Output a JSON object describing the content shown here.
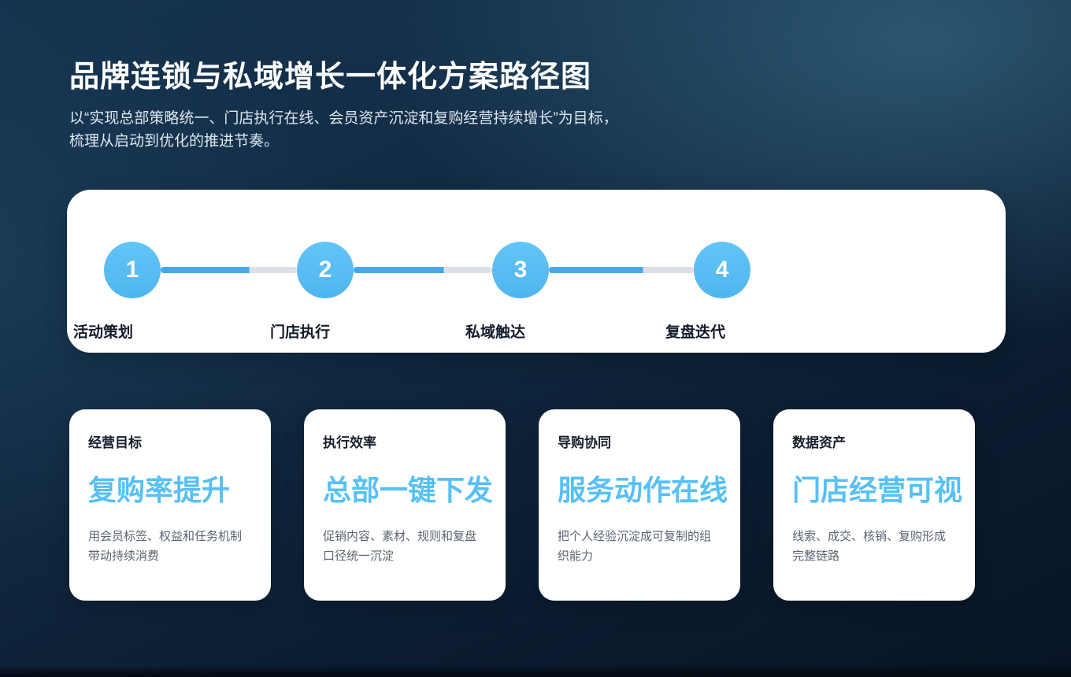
{
  "header": {
    "title": "品牌连锁与私域增长一体化方案路径图",
    "subtitle_line1": "以“实现总部策略统一、门店执行在线、会员资产沉淀和复购经营持续增长”为目标，",
    "subtitle_line2": "梳理从启动到优化的推进节奏。"
  },
  "timeline": {
    "steps": [
      {
        "number": "1",
        "label": "活动策划"
      },
      {
        "number": "2",
        "label": "门店执行"
      },
      {
        "number": "3",
        "label": "私域触达"
      },
      {
        "number": "4",
        "label": "复盘迭代"
      }
    ]
  },
  "cards": [
    {
      "category": "经营目标",
      "headline": "复购率提升",
      "description": "用会员标签、权益和任务机制带动持续消费"
    },
    {
      "category": "执行效率",
      "headline": "总部一键下发",
      "description": "促销内容、素材、规则和复盘口径统一沉淀"
    },
    {
      "category": "导购协同",
      "headline": "服务动作在线",
      "description": "把个人经验沉淀成可复制的组织能力"
    },
    {
      "category": "数据资产",
      "headline": "门店经营可视",
      "description": "线索、成交、核销、复购形成完整链路"
    }
  ],
  "colors": {
    "step_circle_blue": "#58bef4",
    "headline_blue": "#57c0f6",
    "connector_active": "#46a8e8",
    "connector_inactive": "#dde1e7",
    "background_navy": "#112941",
    "card_white": "#ffffff"
  }
}
